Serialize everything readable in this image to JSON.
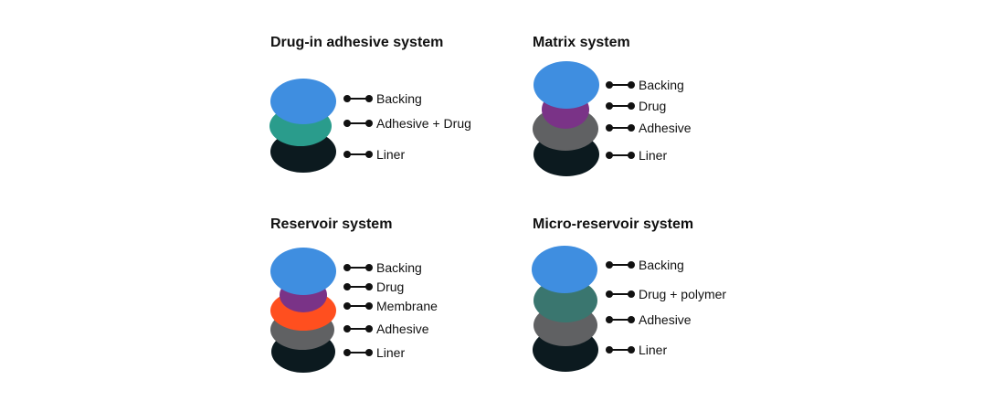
{
  "panels": [
    {
      "title": "Drug-in adhesive system",
      "layers": [
        {
          "label": "Backing",
          "color": "#3f8ee0"
        },
        {
          "label": "Adhesive + Drug",
          "color": "#2a9c8c"
        },
        {
          "label": "Liner",
          "color": "#0c1a1f"
        }
      ]
    },
    {
      "title": "Matrix system",
      "layers": [
        {
          "label": "Backing",
          "color": "#3f8ee0"
        },
        {
          "label": "Drug",
          "color": "#7a3387"
        },
        {
          "label": "Adhesive",
          "color": "#606163"
        },
        {
          "label": "Liner",
          "color": "#0c1a1f"
        }
      ]
    },
    {
      "title": "Reservoir system",
      "layers": [
        {
          "label": "Backing",
          "color": "#3f8ee0"
        },
        {
          "label": "Drug",
          "color": "#7a3387"
        },
        {
          "label": "Membrane",
          "color": "#ff4f1f"
        },
        {
          "label": "Adhesive",
          "color": "#606163"
        },
        {
          "label": "Liner",
          "color": "#0c1a1f"
        }
      ]
    },
    {
      "title": "Micro-reservoir system",
      "layers": [
        {
          "label": "Backing",
          "color": "#3f8ee0"
        },
        {
          "label": "Drug + polymer",
          "color": "#3a766f"
        },
        {
          "label": "Adhesive",
          "color": "#606163"
        },
        {
          "label": "Liner",
          "color": "#0c1a1f"
        }
      ]
    }
  ]
}
